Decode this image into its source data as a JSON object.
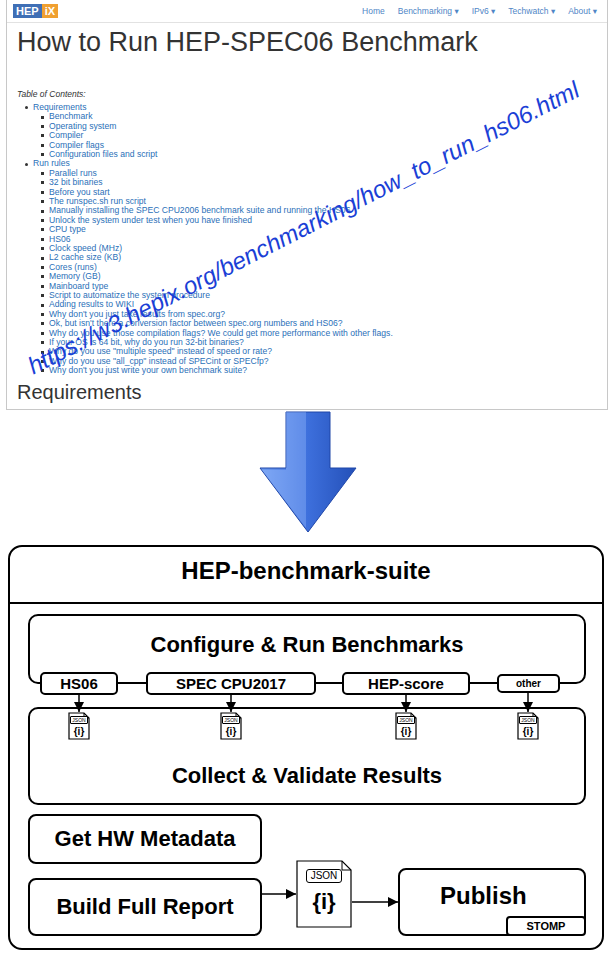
{
  "diagram": {
    "nodes": [
      {
        "text": [
          "HEP-benchmark-suite"
        ]
      },
      {
        "text": [
          "Configure & Run Benchmarks"
        ],
        "in": 0
      },
      {
        "text": [
          "HS06"
        ],
        "in": 1
      },
      {
        "text": [
          "SPEC CPU2017"
        ],
        "in": 1
      },
      {
        "text": [
          "HEP-score"
        ],
        "in": 1
      },
      {
        "text": [
          "other"
        ],
        "in": 1
      },
      {
        "text": [
          "Collect & Validate Results"
        ],
        "in": 0
      },
      {
        "text": [
          "JSON",
          "{i}"
        ],
        "in": 6
      },
      {
        "text": [
          "JSON",
          "{i}"
        ],
        "in": 6
      },
      {
        "text": [
          "JSON",
          "{i}"
        ],
        "in": 6
      },
      {
        "text": [
          "JSON",
          "{i}"
        ],
        "in": 6
      },
      {
        "text": [
          "Get HW Metadata"
        ],
        "in": 0
      },
      {
        "text": [
          "Build Full Report"
        ],
        "in": 0
      },
      {
        "text": [
          "JSON",
          "{i}"
        ],
        "in": 0
      },
      {
        "text": [
          "Publish"
        ],
        "in": 0
      },
      {
        "text": [
          "STOMP"
        ],
        "in": 14
      }
    ],
    "edges": [
      {
        "from": 2,
        "to": 7,
        "arrow": "to"
      },
      {
        "from": 3,
        "to": 8,
        "arrow": "to"
      },
      {
        "from": 4,
        "to": 9,
        "arrow": "to"
      },
      {
        "from": 5,
        "to": 10,
        "arrow": "to"
      },
      {
        "from": 12,
        "to": 13,
        "arrow": "to"
      },
      {
        "from": 13,
        "to": 14,
        "arrow": "to"
      }
    ],
    "labels": [
      "HEP",
      "iX",
      "Home",
      "Benchmarking ▾",
      "IPv6 ▾",
      "Techwatch ▾",
      "About ▾",
      "How to Run HEP-SPEC06 Benchmark",
      "Table of Contents:",
      "Requirements",
      "Benchmark",
      "Operating system",
      "Compiler",
      "Compiler flags",
      "Configuration files and script",
      "Run rules",
      "Parallel runs",
      "32 bit binaries",
      "Before you start",
      "The runspec.sh run script",
      "Manually installing the SPEC CPU2006 benchmark suite and running the HS06",
      "Unlock the system under test when you have finished",
      "CPU type",
      "HS06",
      "Clock speed (MHz)",
      "L2 cache size (KB)",
      "Cores (runs)",
      "Memory (GB)",
      "Mainboard type",
      "Script to automatize the system procedure",
      "Adding results to WIKI",
      "Why don't you just take results from spec.org?",
      "Ok, but isn't there a conversion factor between spec.org numbers and HS06?",
      "Why do you use those compilation flags? We could get more performance with other flags.",
      "If your OS is 64 bit, why do you run 32-bit binaries?",
      "Why do you use \"multiple speed\" instead of speed or rate?",
      "Why do you use \"all_cpp\" instead of SPECint or SPECfp?",
      "Why don't you just write your own benchmark suite?",
      "Requirements",
      "https://w3.hepix.org/benchmarking/how_to_run_hs06.html"
    ]
  }
}
